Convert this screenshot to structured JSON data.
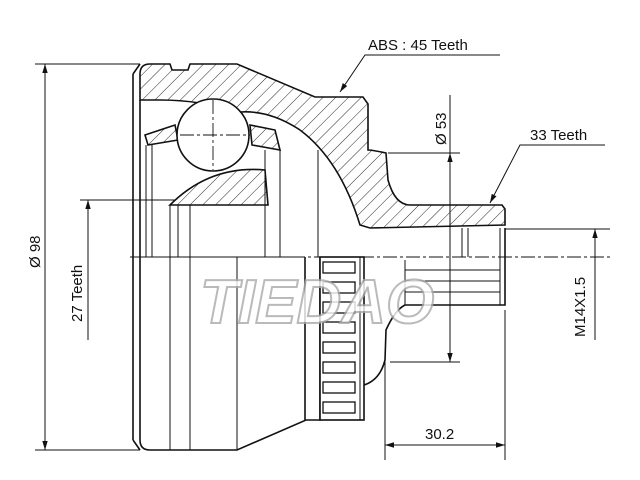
{
  "drawing": {
    "abs_label": "ABS : 45 Teeth",
    "outer_teeth_label": "33 Teeth",
    "inner_teeth_label": "27 Teeth",
    "outer_diameter_label": "Ø 98",
    "seal_diameter_label": "Ø 53",
    "thread_label": "M14X1.5",
    "shaft_length_label": "30.2",
    "watermark": "TIEDAO"
  }
}
